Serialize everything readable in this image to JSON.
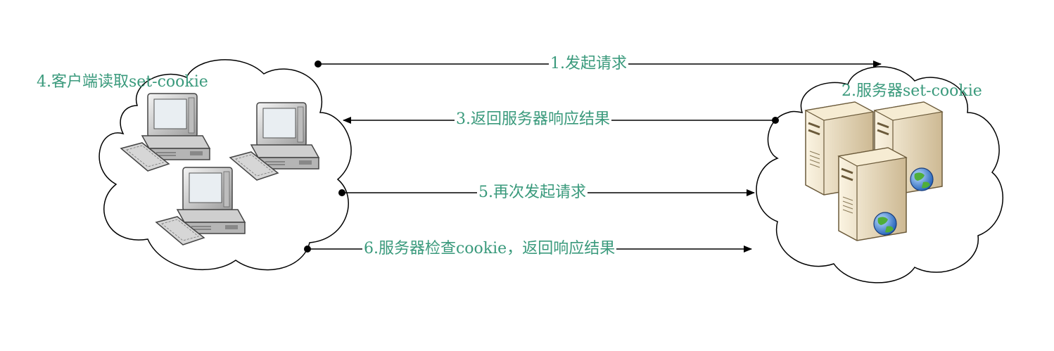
{
  "colors": {
    "label": "#3a9a7c",
    "line": "#000000",
    "cloud_stroke": "#000000",
    "monitor": "#d9d9d9",
    "server": "#eadcc0",
    "globe": "#3c7fd8"
  },
  "client": {
    "label": "4.客户端读取set-cookie",
    "icon": "desktop-computer-icon"
  },
  "server": {
    "label": "2.服务器set-cookie",
    "icon": "server-icon"
  },
  "steps": [
    {
      "label": "1.发起请求",
      "direction": "client-to-server"
    },
    {
      "label": "3.返回服务器响应结果",
      "direction": "server-to-client"
    },
    {
      "label": "5.再次发起请求",
      "direction": "client-to-server"
    },
    {
      "label": "6.服务器检查cookie，返回响应结果",
      "direction": "client-to-server"
    }
  ]
}
